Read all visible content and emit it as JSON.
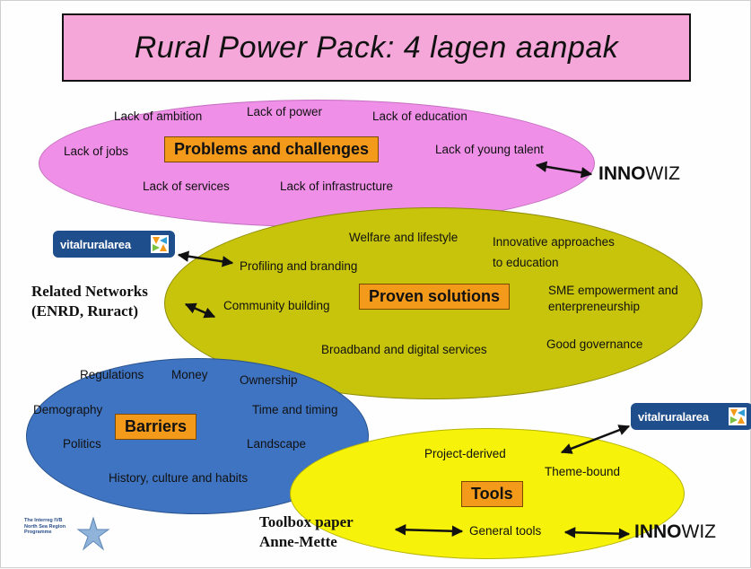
{
  "title": "Rural Power Pack: 4 lagen aanpak",
  "layers": {
    "problems": {
      "core": "Problems and challenges",
      "items": [
        "Lack of ambition",
        "Lack of power",
        "Lack of education",
        "Lack of jobs",
        "Lack of young talent",
        "Lack of services",
        "Lack of infrastructure"
      ],
      "color": "#ef8fe8"
    },
    "solutions": {
      "core": "Proven solutions",
      "items": [
        "Welfare and lifestyle",
        "Innovative approaches",
        "to education",
        "Profiling and branding",
        "Community building",
        "SME empowerment and",
        "enterpreneurship",
        "Broadband and digital services",
        "Good governance"
      ],
      "color": "#c7c40b"
    },
    "barriers": {
      "core": "Barriers",
      "items": [
        "Regulations",
        "Money",
        "Ownership",
        "Demography",
        "Time and timing",
        "Politics",
        "Landscape",
        "History, culture and habits"
      ],
      "color": "#3f74c2"
    },
    "tools": {
      "core": "Tools",
      "items": [
        "Project-derived",
        "Theme-bound",
        "General tools"
      ],
      "color": "#f6f20a"
    }
  },
  "external": {
    "innowiz_bold": "INNO",
    "innowiz_light": "WIZ",
    "vital_logo": "vitalruralarea",
    "related_networks": [
      "Related Networks",
      "(ENRD, Ruract)"
    ],
    "toolbox": [
      "Toolbox paper",
      "Anne-Mette"
    ],
    "interreg": [
      "The Interreg IVB",
      "North Sea Region",
      "Programme"
    ]
  },
  "colors": {
    "title_bg": "#f4a7d8",
    "core_box": "#f39a1b",
    "vital_bg": "#1f4e8c"
  }
}
